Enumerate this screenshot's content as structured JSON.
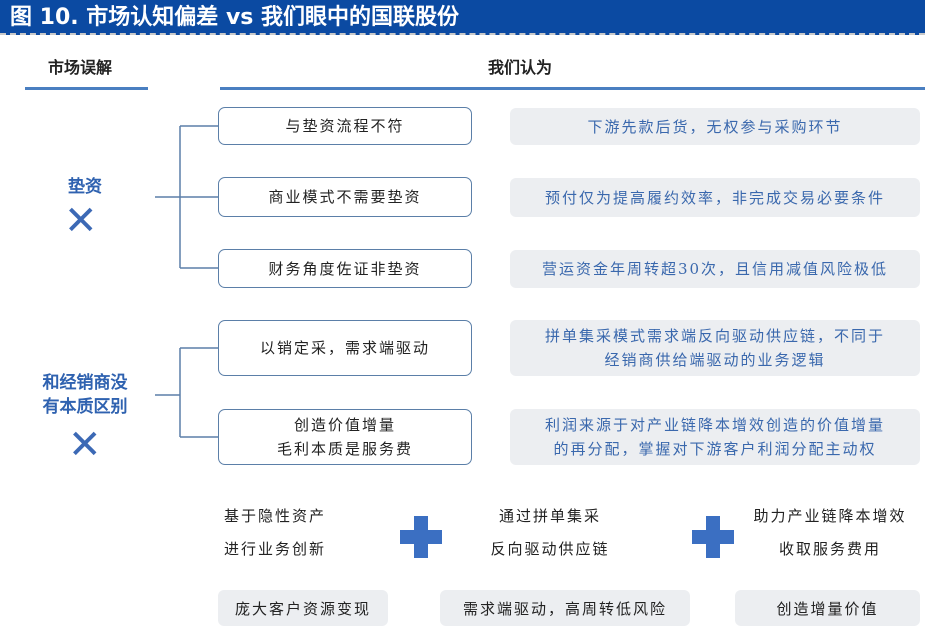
{
  "title": "图 10. 市场认知偏差 vs 我们眼中的国联股份",
  "headers": {
    "left": "市场误解",
    "right": "我们认为"
  },
  "groups": [
    {
      "label": [
        "垫资"
      ],
      "items": [
        {
          "claim": [
            "与垫资流程不符"
          ],
          "view": [
            "下游先款后货，无权参与采购环节"
          ]
        },
        {
          "claim": [
            "商业模式不需要垫资"
          ],
          "view": [
            "预付仅为提高履约效率，非完成交易必要条件"
          ]
        },
        {
          "claim": [
            "财务角度佐证非垫资"
          ],
          "view": [
            "营运资金年周转超30次，且信用减值风险极低"
          ]
        }
      ]
    },
    {
      "label": [
        "和经销商没",
        "有本质区别"
      ],
      "items": [
        {
          "claim": [
            "以销定采，需求端驱动"
          ],
          "view": [
            "拼单集采模式需求端反向驱动供应链，不同于",
            "经销商供给端驱动的业务逻辑"
          ]
        },
        {
          "claim": [
            "创造价值增量",
            "毛利本质是服务费"
          ],
          "view": [
            "利润来源于对产业链降本增效创造的价值增量",
            "的再分配，掌握对下游客户利润分配主动权"
          ]
        }
      ]
    }
  ],
  "cross_symbol": "✕",
  "bottom": [
    {
      "text": [
        "基于隐性资产",
        "进行业务创新"
      ],
      "box": "庞大客户资源变现"
    },
    {
      "text": [
        "通过拼单集采",
        "反向驱动供应链"
      ],
      "box": "需求端驱动，高周转低风险"
    },
    {
      "text": [
        "助力产业链降本增效",
        "收取服务费用"
      ],
      "box": "创造增量价值"
    }
  ]
}
